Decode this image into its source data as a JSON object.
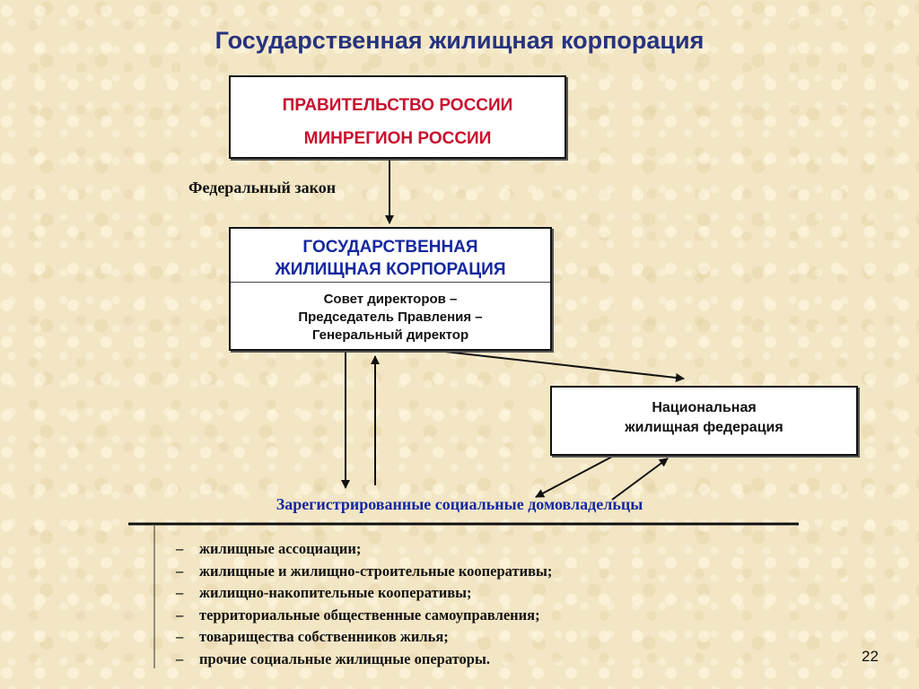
{
  "title": "Государственная жилищная корпорация",
  "government_box": {
    "line1": "ПРАВИТЕЛЬСТВО РОССИИ",
    "line2": "МИНРЕГИОН  РОССИИ"
  },
  "federal_law_label": "Федеральный закон",
  "corporation_box": {
    "title_line1": "ГОСУДАРСТВЕННАЯ",
    "title_line2": "ЖИЛИЩНАЯ КОРПОРАЦИЯ",
    "governance_line1": "Совет директоров –",
    "governance_line2": "Председатель Правления –",
    "governance_line3": "Генеральный директор"
  },
  "federation_box": {
    "line1": "Национальная",
    "line2": "жилищная федерация"
  },
  "owners_label": "Зарегистрированные социальные домовладельцы",
  "owners_list": {
    "dash": "–",
    "items": [
      "жилищные ассоциации;",
      "жилищные и жилищно-строительные кооперативы;",
      "жилищно-накопительные кооперативы;",
      "территориальные общественные самоуправления;",
      "товарищества собственников жилья;",
      "прочие социальные жилищные операторы."
    ]
  },
  "page_number": "22"
}
